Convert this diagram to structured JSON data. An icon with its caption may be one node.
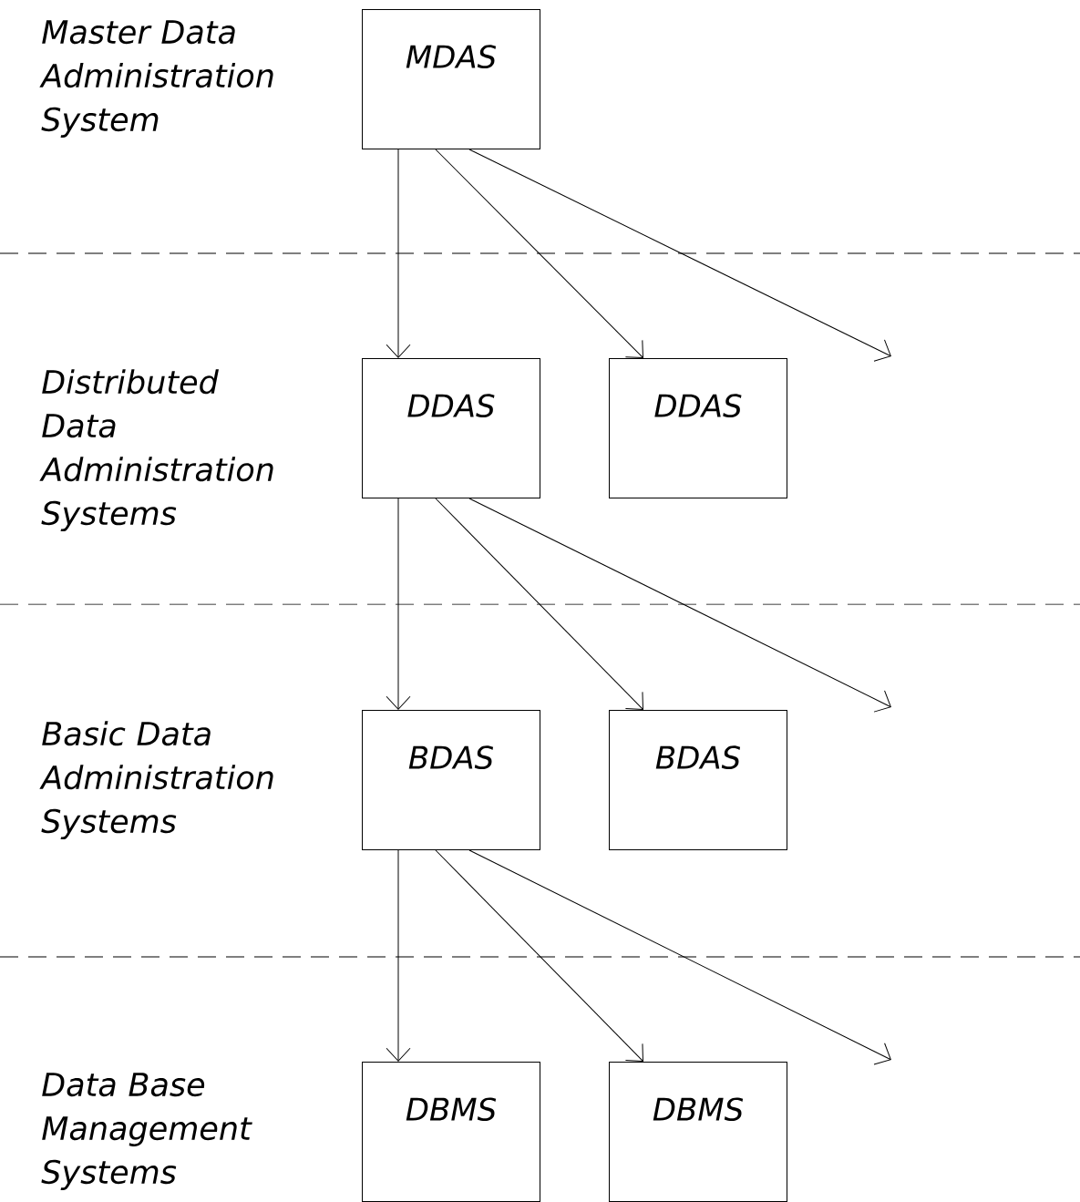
{
  "diagram": {
    "nodes": [
      {
        "text": [
          "MDAS"
        ],
        "beside": [
          "Master Data Administration System"
        ]
      },
      {
        "text": [
          "DDAS"
        ],
        "beside": [
          "Distributed Data Administration Systems"
        ]
      },
      {
        "text": [
          "DDAS"
        ]
      },
      {
        "text": [
          "BDAS"
        ],
        "beside": [
          "Basic Data Administration Systems"
        ]
      },
      {
        "text": [
          "BDAS"
        ]
      },
      {
        "text": [
          "DBMS"
        ],
        "beside": [
          "Data Base Management Systems"
        ]
      },
      {
        "text": [
          "DBMS"
        ]
      }
    ],
    "edges": [
      {
        "from": 0,
        "to": 1,
        "arrow": "to"
      },
      {
        "from": 0,
        "to": 2,
        "arrow": "to"
      },
      {
        "from": 0,
        "to": null,
        "arrow": "to"
      },
      {
        "from": 1,
        "to": 3,
        "arrow": "to"
      },
      {
        "from": 1,
        "to": 4,
        "arrow": "to"
      },
      {
        "from": 1,
        "to": null,
        "arrow": "to"
      },
      {
        "from": 3,
        "to": 5,
        "arrow": "to"
      },
      {
        "from": 3,
        "to": 6,
        "arrow": "to"
      },
      {
        "from": 3,
        "to": null,
        "arrow": "to"
      }
    ]
  }
}
